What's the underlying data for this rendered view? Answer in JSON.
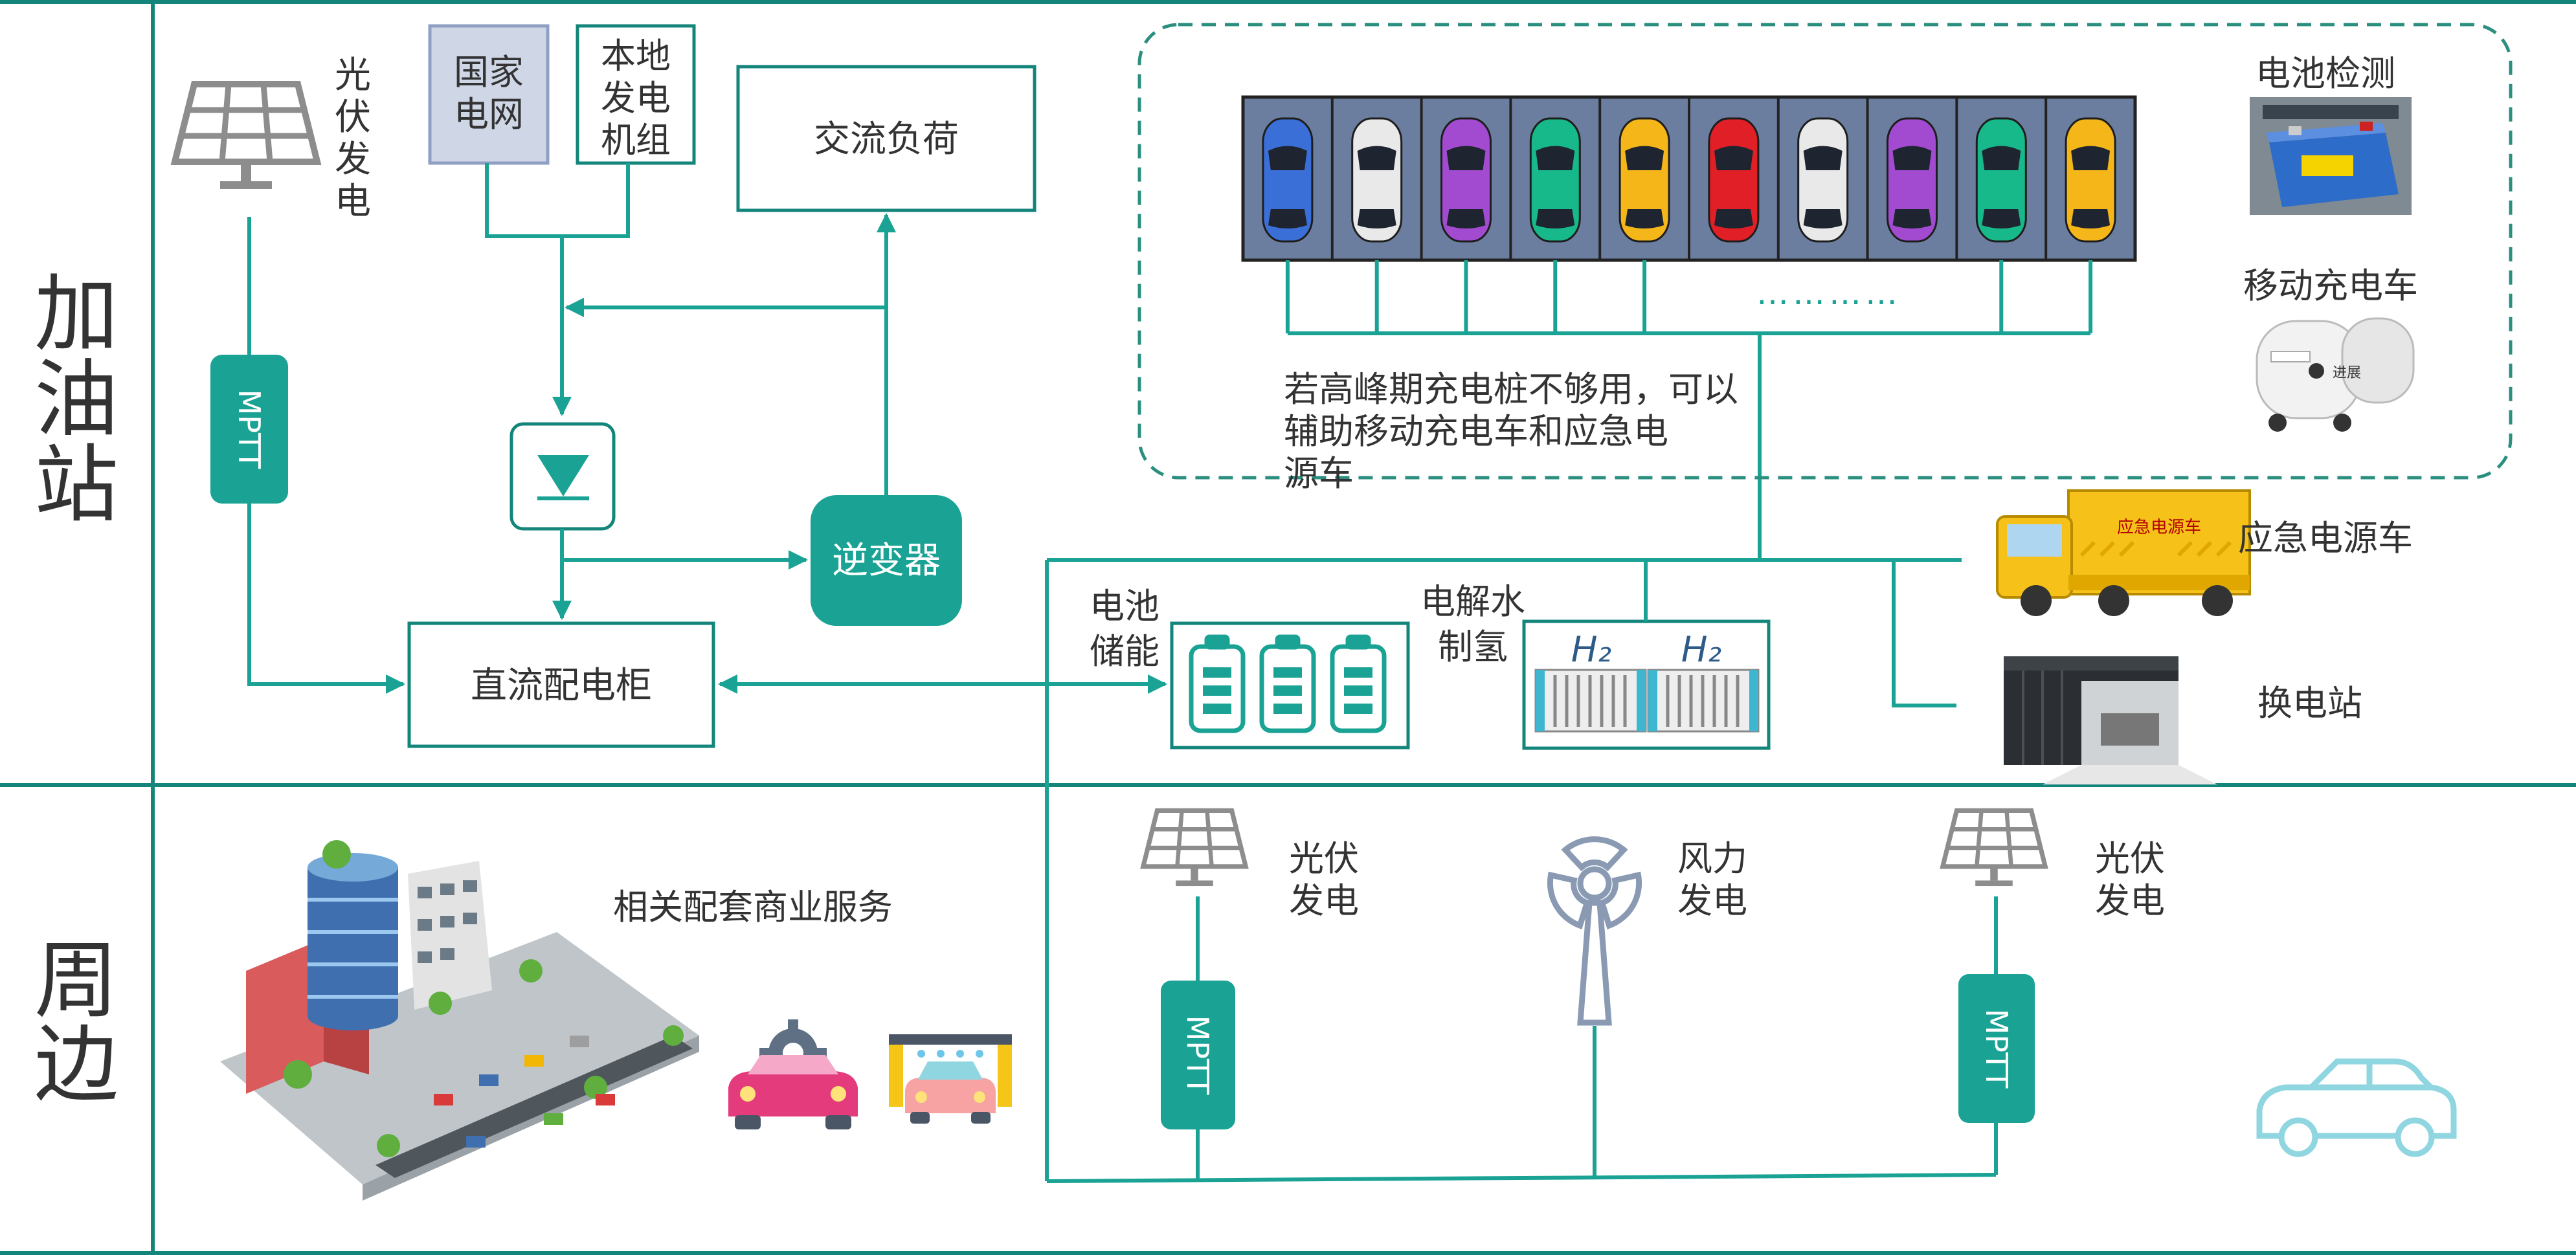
{
  "colors": {
    "teal": "#1aa394",
    "teal_dark": "#138a7d",
    "frame": "#13857a",
    "dashed": "#2b8f80",
    "text": "#333333",
    "gray_icon": "#8d8d8d",
    "grid_box_fill": "#cfd6e6",
    "parking_bg": "#6c7ea0",
    "light_car": "#8fd6e0"
  },
  "sections": {
    "station": "加油站",
    "surroundings": "周边"
  },
  "station": {
    "pv_label": "光伏发电",
    "mppt_label": "MPTT",
    "grid_label": "国家电网",
    "local_gen_label": "本地发电机组",
    "ac_load_label": "交流负荷",
    "inverter_label": "逆变器",
    "dc_cabinet_label": "直流配电柜",
    "battery_label": "电池储能",
    "electrolysis_label": "电解水制氢",
    "h2_label": "H₂"
  },
  "charging_zone": {
    "dots": "…………",
    "note": "若高峰期充电桩不够用，可以辅助移动充电车和应急电源车",
    "car_colors": [
      "#3b6fd8",
      "#e9e9e9",
      "#a24bd1",
      "#17b889",
      "#f5b619",
      "#e01f26",
      "#e9e9e9",
      "#a24bd1",
      "#17b889",
      "#f5b619"
    ]
  },
  "right_column": {
    "battery_check": "电池检测",
    "mobile_charger": "移动充电车",
    "emergency_vehicle": "应急电源车",
    "swap_station": "换电站",
    "truck_text": "应急电源车",
    "mobile_brand": "进展"
  },
  "surroundings": {
    "business": "相关配套商业服务",
    "pv1": "光伏发电",
    "wind": "风力发电",
    "pv2": "光伏发电",
    "mppt": "MPTT"
  }
}
